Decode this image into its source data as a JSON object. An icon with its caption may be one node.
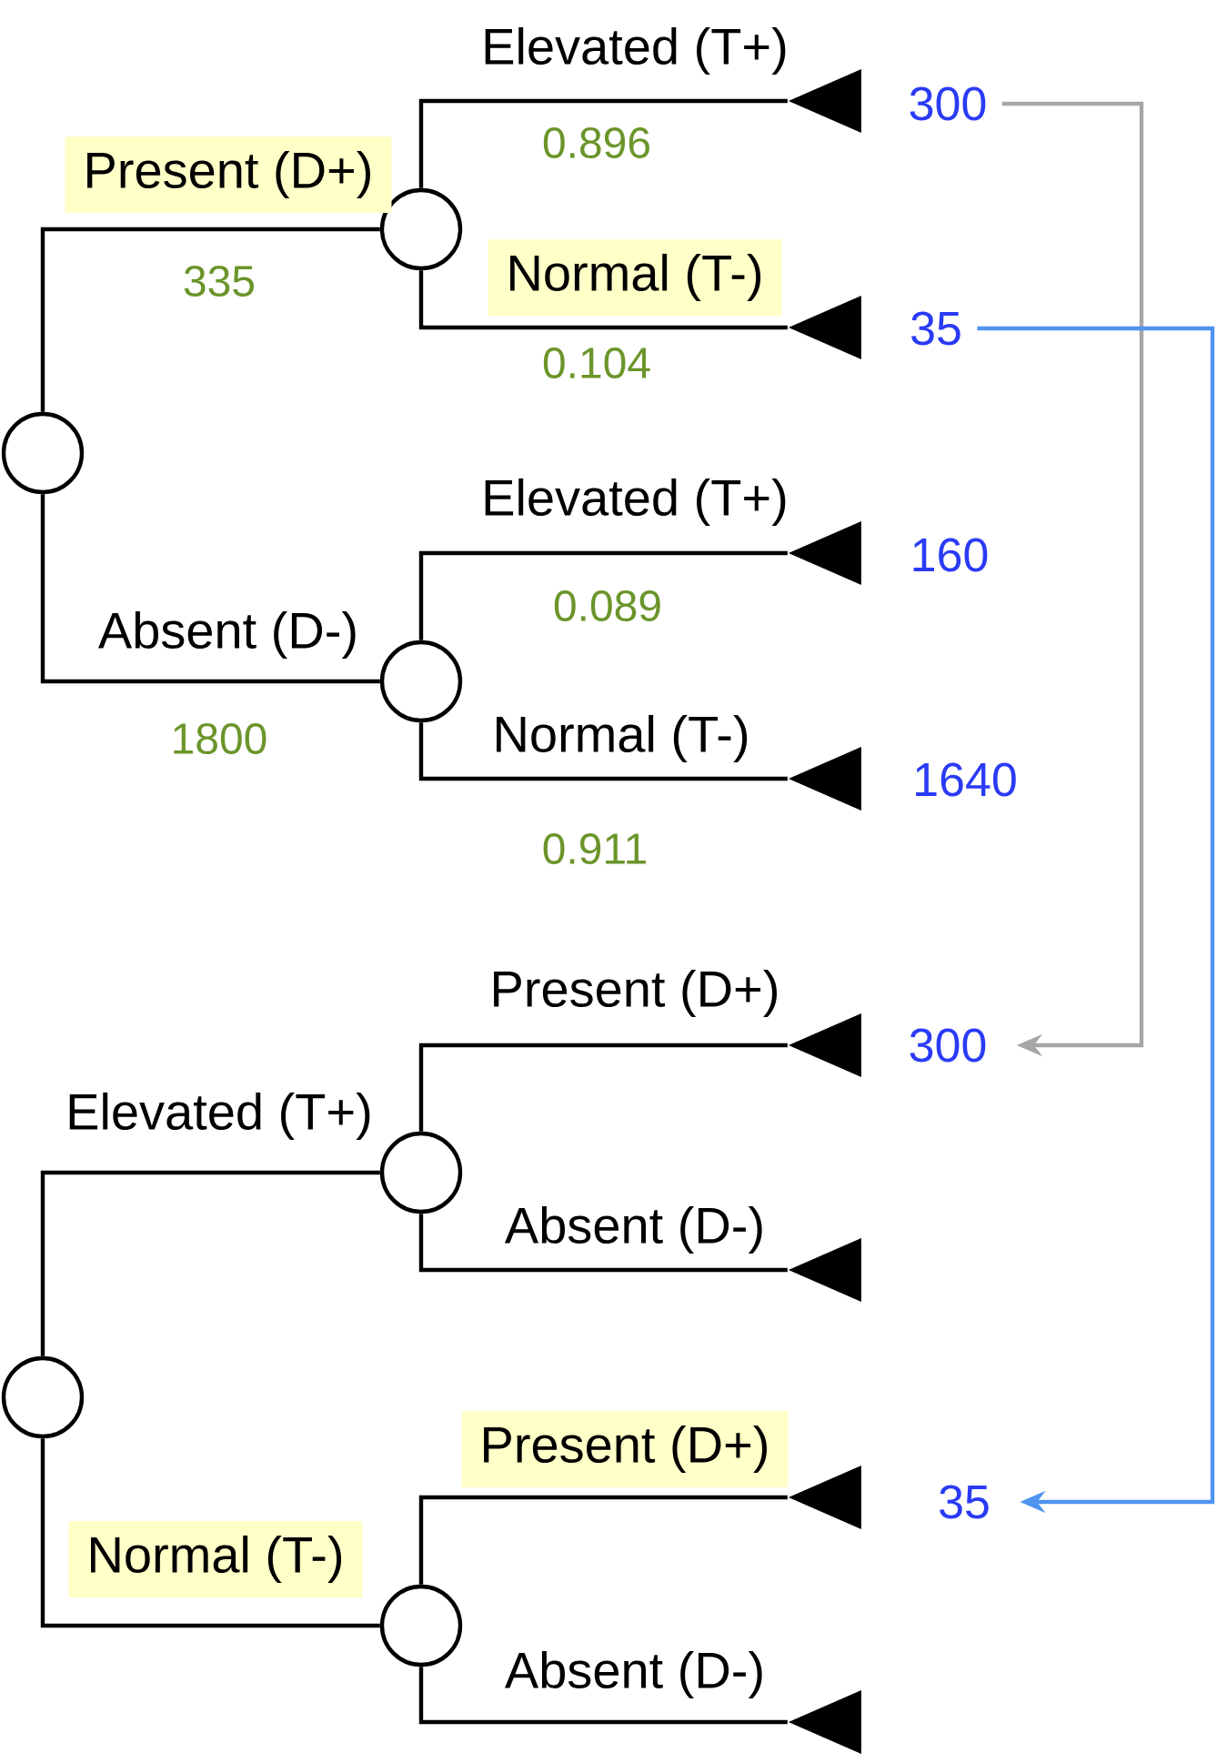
{
  "diagram": {
    "nodes": [
      {
        "text": [],
        "shape": "circle"
      },
      {
        "text": [],
        "shape": "circle"
      },
      {
        "text": [],
        "shape": "triangle"
      },
      {
        "text": [],
        "shape": "triangle"
      },
      {
        "text": [],
        "shape": "circle"
      },
      {
        "text": [],
        "shape": "triangle"
      },
      {
        "text": [],
        "shape": "triangle"
      },
      {
        "text": [
          "300"
        ]
      },
      {
        "text": [
          "35"
        ]
      },
      {
        "text": [
          "160"
        ]
      },
      {
        "text": [
          "1640"
        ]
      },
      {
        "text": [],
        "shape": "circle"
      },
      {
        "text": [],
        "shape": "circle"
      },
      {
        "text": [],
        "shape": "triangle"
      },
      {
        "text": [],
        "shape": "triangle"
      },
      {
        "text": [],
        "shape": "circle"
      },
      {
        "text": [],
        "shape": "triangle"
      },
      {
        "text": [],
        "shape": "triangle"
      },
      {
        "text": [
          "300"
        ]
      },
      {
        "text": [
          "35"
        ]
      }
    ],
    "edges": [
      {
        "from": 0,
        "to": 1,
        "arrow": "none",
        "label": "Present (D+)"
      },
      {
        "from": 0,
        "to": 4,
        "arrow": "none",
        "label": "Absent (D-)"
      },
      {
        "from": 1,
        "to": 2,
        "arrow": "none",
        "label": "Elevated (T+)"
      },
      {
        "from": 1,
        "to": 3,
        "arrow": "none",
        "label": "Normal (T-)"
      },
      {
        "from": 4,
        "to": 5,
        "arrow": "none",
        "label": "Elevated (T+)"
      },
      {
        "from": 4,
        "to": 6,
        "arrow": "none",
        "label": "Normal (T-)"
      },
      {
        "from": 11,
        "to": 12,
        "arrow": "none",
        "label": "Elevated (T+)"
      },
      {
        "from": 11,
        "to": 15,
        "arrow": "none",
        "label": "Normal (T-)"
      },
      {
        "from": 12,
        "to": 13,
        "arrow": "none",
        "label": "Present (D+)"
      },
      {
        "from": 12,
        "to": 14,
        "arrow": "none",
        "label": "Absent (D-)"
      },
      {
        "from": 15,
        "to": 16,
        "arrow": "none",
        "label": "Present (D+)"
      },
      {
        "from": 15,
        "to": 17,
        "arrow": "none",
        "label": "Absent (D-)"
      },
      {
        "from": 7,
        "to": 18,
        "arrow": "to",
        "color": "#a6a6a6"
      },
      {
        "from": 8,
        "to": 19,
        "arrow": "to",
        "color": "#4f94f0"
      }
    ],
    "labels": [
      "0.896",
      "335",
      "0.104",
      "0.089",
      "1800",
      "0.911"
    ]
  }
}
